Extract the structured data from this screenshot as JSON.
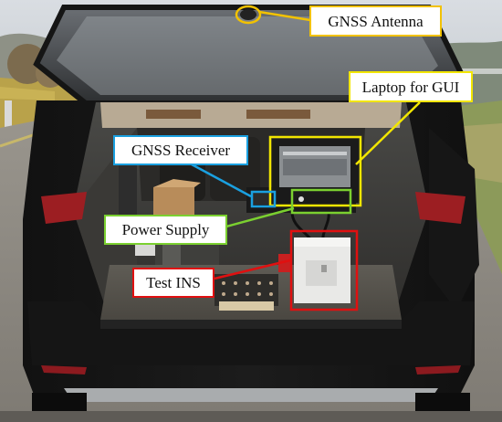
{
  "labels": {
    "gnss_antenna": "GNSS Antenna",
    "laptop": "Laptop for GUI",
    "gnss_receiver": "GNSS Receiver",
    "power_supply": "Power Supply",
    "test_ins": "Test INS"
  },
  "colors": {
    "gnss_antenna": "#f2c200",
    "laptop": "#f2e600",
    "gnss_receiver": "#1aa0e0",
    "power_supply": "#7bd030",
    "test_ins": "#e01010"
  }
}
